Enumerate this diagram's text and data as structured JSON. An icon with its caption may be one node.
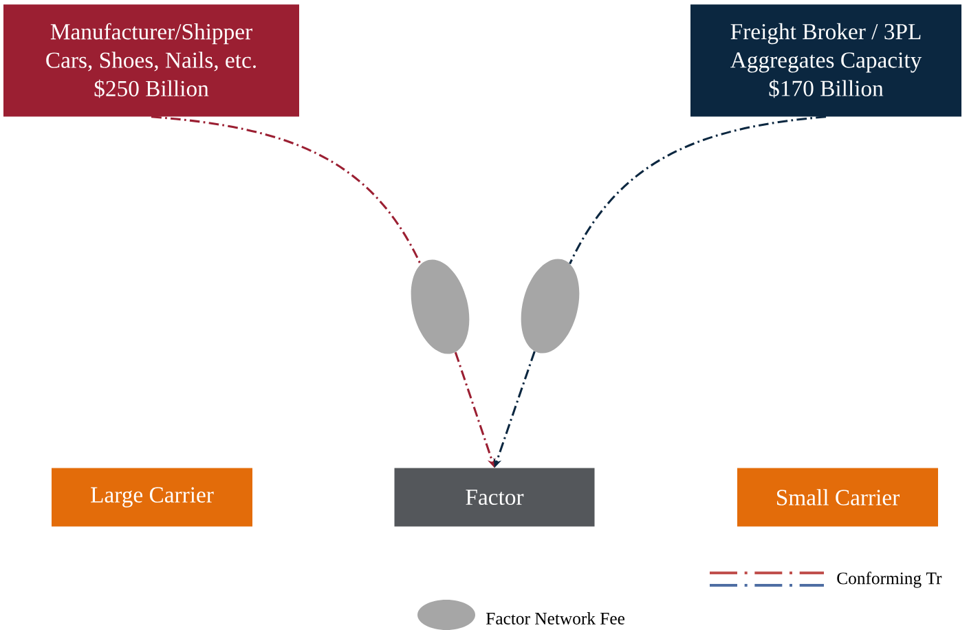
{
  "diagram": {
    "nodes": [
      {
        "text": [
          "Manufacturer/Shipper",
          "Cars, Shoes, Nails, etc.",
          "$250 Billion"
        ]
      },
      {
        "text": [
          "Freight Broker / 3PL",
          "Aggregates Capacity",
          "$170 Billion"
        ]
      },
      {
        "text": [],
        "shape": "ellipse"
      },
      {
        "text": [],
        "shape": "ellipse"
      },
      {
        "text": [
          "Large Carrier"
        ]
      },
      {
        "text": [
          "Factor"
        ]
      },
      {
        "text": [
          "Small Carrier"
        ]
      }
    ],
    "edges": [
      {
        "from": 0,
        "to": 2,
        "arrow": "none",
        "style": "dashed",
        "color": "#9b1f32"
      },
      {
        "from": 2,
        "to": 5,
        "arrow": "to",
        "style": "dashed",
        "color": "#9b1f32"
      },
      {
        "from": 1,
        "to": 3,
        "arrow": "none",
        "style": "dashed",
        "color": "#0b2740"
      },
      {
        "from": 3,
        "to": 5,
        "arrow": "to",
        "style": "dashed",
        "color": "#0b2740"
      }
    ],
    "legend": [
      {
        "text": "Conforming Tr"
      },
      {
        "text": "Factor Network Fee",
        "color": "#a6a6a6"
      }
    ]
  }
}
